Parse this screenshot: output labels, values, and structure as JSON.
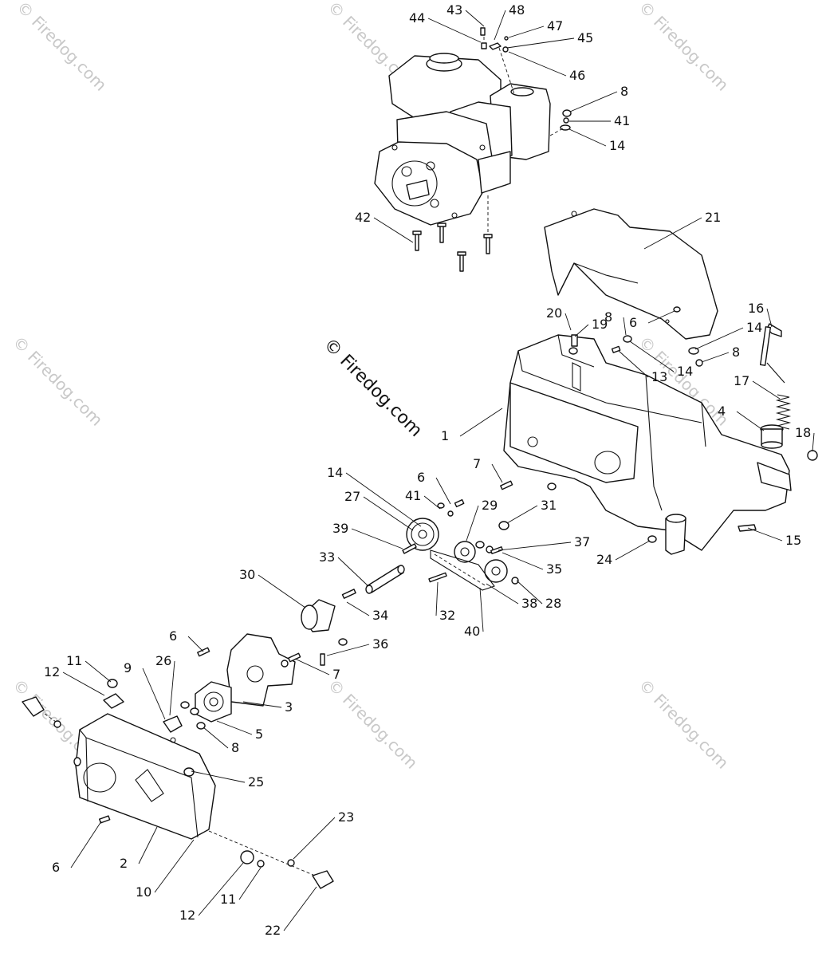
{
  "watermark": "© Firedog.com",
  "copyright": "© Firedog.com",
  "callouts": [
    "43",
    "48",
    "44",
    "47",
    "45",
    "46",
    "8",
    "41",
    "14",
    "42",
    "21",
    "16",
    "20",
    "19",
    "8",
    "6",
    "14",
    "8",
    "13",
    "14",
    "17",
    "4",
    "1",
    "18",
    "7",
    "14",
    "6",
    "41",
    "27",
    "29",
    "31",
    "37",
    "39",
    "33",
    "35",
    "30",
    "34",
    "36",
    "32",
    "40",
    "28",
    "38",
    "24",
    "15",
    "6",
    "7",
    "11",
    "9",
    "26",
    "12",
    "3",
    "5",
    "8",
    "25",
    "6",
    "2",
    "10",
    "12",
    "11",
    "23",
    "22"
  ]
}
